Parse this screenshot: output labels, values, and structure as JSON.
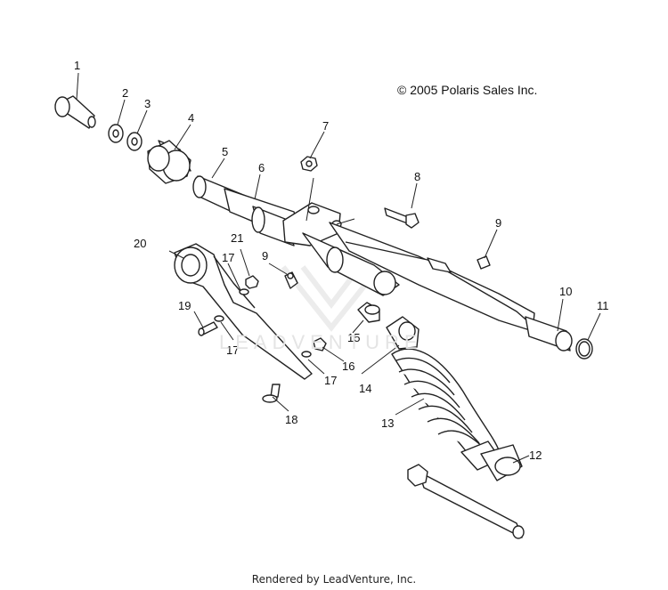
{
  "copyright": "© 2005 Polaris Sales Inc.",
  "footer": "Rendered by LeadVenture, Inc.",
  "watermark": {
    "text": "LEADVENTURE",
    "icon": "leadventure-logo-icon"
  },
  "callouts": [
    "1",
    "2",
    "3",
    "4",
    "5",
    "6",
    "7",
    "8",
    "9",
    "9",
    "10",
    "11",
    "12",
    "13",
    "14",
    "15",
    "16",
    "17",
    "17",
    "17",
    "18",
    "19",
    "20",
    "21"
  ]
}
